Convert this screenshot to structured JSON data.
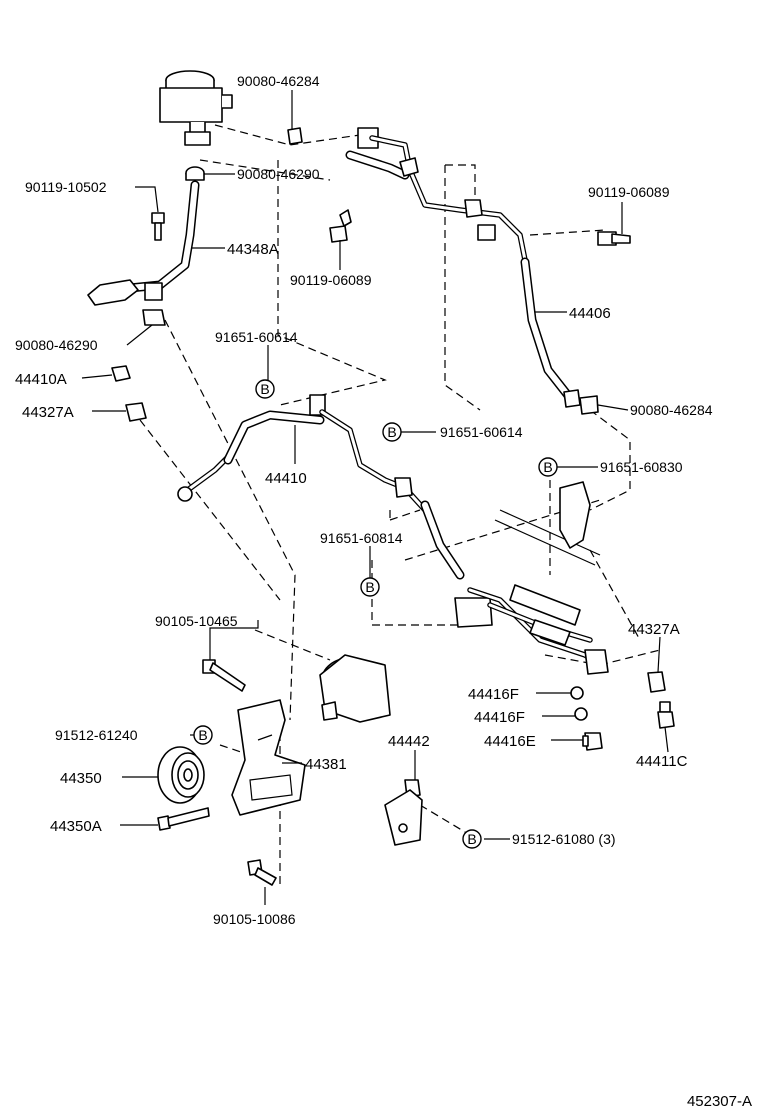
{
  "diagram_id": "452307-A",
  "bolt_marker": "B",
  "labels": {
    "p90080_46284_top": "90080-46284",
    "p90080_46290_top": "90080-46290",
    "p90119_10502": "90119-10502",
    "p44348A": "44348A",
    "p90119_06089_mid": "90119-06089",
    "p90119_06089_right": "90119-06089",
    "p44406": "44406",
    "p90080_46290_left": "90080-46290",
    "p91651_60614_a": "91651-60614",
    "p44410A": "44410A",
    "p44327A_left": "44327A",
    "p90080_46284_right": "90080-46284",
    "p91651_60614_b": "91651-60614",
    "p44410": "44410",
    "p91651_60830": "91651-60830",
    "p91651_60814": "91651-60814",
    "p90105_10465": "90105-10465",
    "p44327A_right": "44327A",
    "p44416F_a": "44416F",
    "p44416F_b": "44416F",
    "p91512_61240": "91512-61240",
    "p44442": "44442",
    "p44416E": "44416E",
    "p44381": "44381",
    "p44350": "44350",
    "p44411C": "44411C",
    "p44350A": "44350A",
    "p91512_61080": "91512-61080 (3)",
    "p90105_10086": "90105-10086"
  }
}
